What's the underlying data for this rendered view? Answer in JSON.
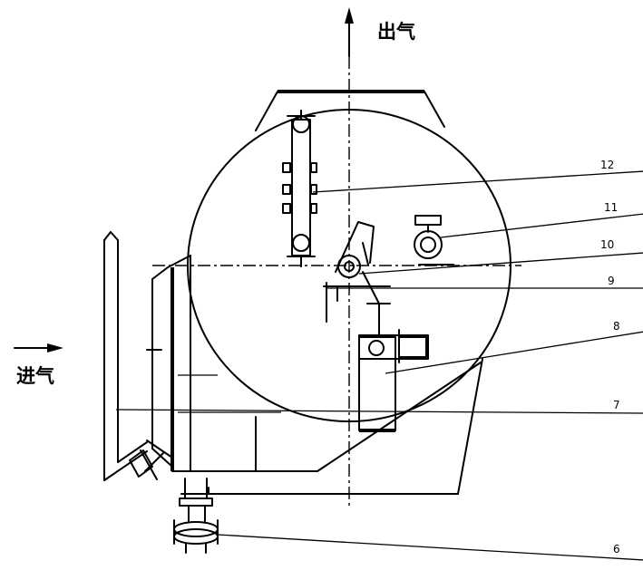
{
  "flow_labels": {
    "outlet": "出气",
    "inlet": "进气"
  },
  "part_numbers": [
    "12",
    "11",
    "10",
    "9",
    "8",
    "7",
    "6"
  ]
}
